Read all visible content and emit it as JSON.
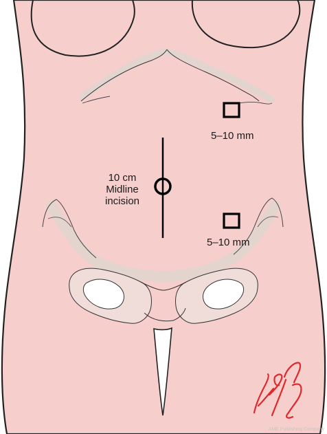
{
  "labels": {
    "midline_line1": "10 cm",
    "midline_line2": "Midline",
    "midline_line3": "incision",
    "port_upper": "5–10 mm",
    "port_lower": "5–10 mm"
  },
  "signature": "1213",
  "watermark": "AME Publishing Company",
  "colors": {
    "skin": "#f6cfcd",
    "outline": "#222222",
    "bone_fill": "#f0dcd8",
    "shadow": "#ddd5cf",
    "signature": "#e0282c",
    "background": "#ffffff"
  }
}
